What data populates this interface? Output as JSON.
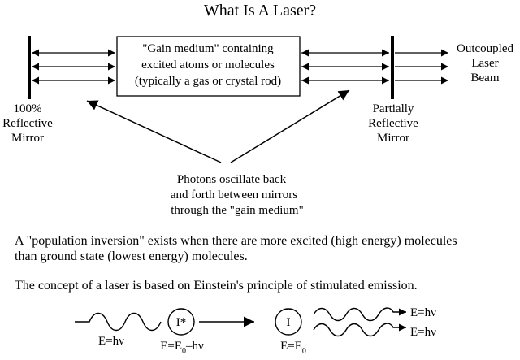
{
  "title": "What Is A Laser?",
  "gain_medium_box": {
    "lines": [
      "\"Gain medium\" containing",
      "excited atoms or molecules",
      "(typically a gas or crystal rod)"
    ]
  },
  "left_mirror": {
    "label_lines": [
      "100%",
      "Reflective",
      "Mirror"
    ]
  },
  "right_mirror": {
    "label_lines": [
      "Partially",
      "Reflective",
      "Mirror"
    ]
  },
  "output": {
    "label_lines": [
      "Outcoupled",
      "Laser",
      "Beam"
    ]
  },
  "photon_caption": {
    "lines": [
      "Photons oscillate back",
      "and forth between mirrors",
      "through the \"gain medium\""
    ]
  },
  "paragraphs": {
    "population_inversion": [
      "A \"population inversion\" exists when there are more excited (high energy) molecules",
      "than ground state (lowest energy) molecules."
    ],
    "stimulated_emission": "The concept of a laser is based on Einstein's principle of stimulated emission."
  },
  "stimulated_emission_diagram": {
    "incoming_photon_label": "E=hν",
    "excited_atom_symbol": "I*",
    "excited_atom_energy": {
      "prefix": "E=E",
      "subscript": "0",
      "suffix": "–hν"
    },
    "ground_atom_symbol": "I",
    "ground_atom_energy": {
      "prefix": "E=E",
      "subscript": "0"
    },
    "emitted_photon_labels": [
      "E=hν",
      "E=hν"
    ]
  }
}
